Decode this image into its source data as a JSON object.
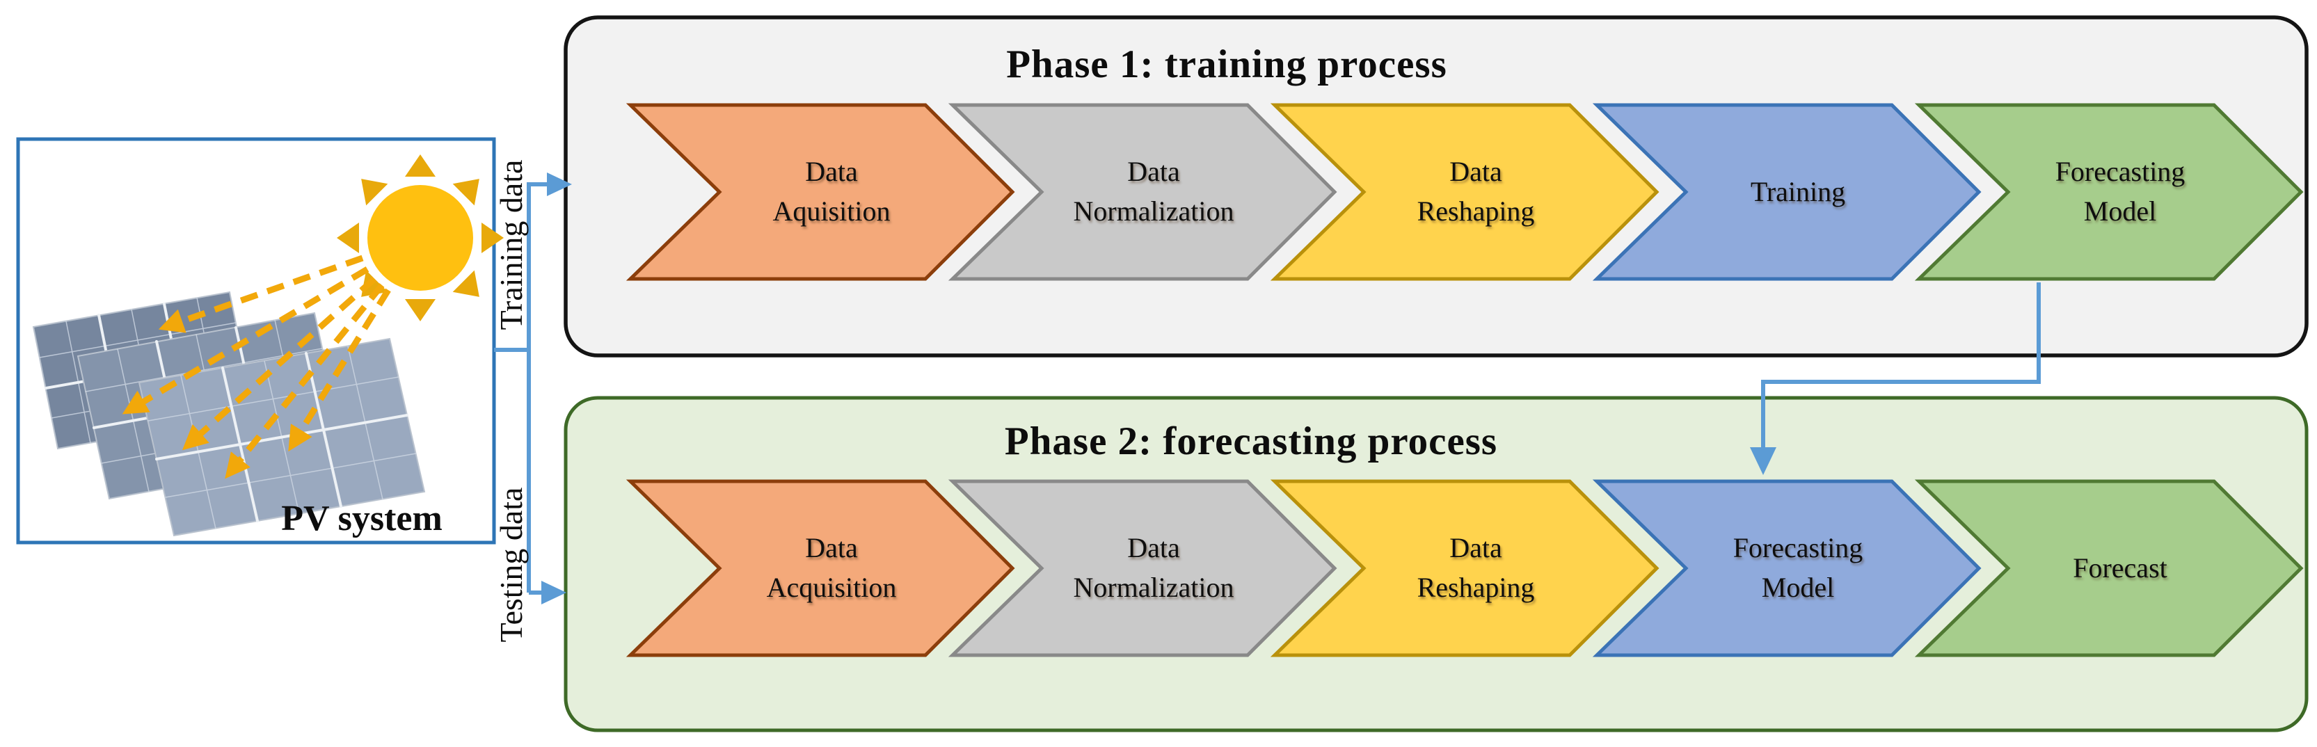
{
  "pv_box": {
    "label": "PV system"
  },
  "branches": {
    "training_label": "Training data",
    "testing_label": "Testing data"
  },
  "phase1": {
    "title": "Phase 1: training process",
    "steps": [
      {
        "label": "Data\nAquisition"
      },
      {
        "label": "Data\nNormalization"
      },
      {
        "label": "Data\nReshaping"
      },
      {
        "label": "Training"
      },
      {
        "label": "Forecasting\nModel"
      }
    ]
  },
  "phase2": {
    "title": "Phase 2:  forecasting process",
    "steps": [
      {
        "label": "Data\nAcquisition"
      },
      {
        "label": "Data\nNormalization"
      },
      {
        "label": "Data\nReshaping"
      },
      {
        "label": "Forecasting\nModel"
      },
      {
        "label": "Forecast"
      }
    ]
  },
  "colors": {
    "connector": "#5B9BD5",
    "pv_border": "#2E75B6",
    "phase1_fill": "#F2F2F2",
    "phase1_border": "#141414",
    "phase2_fill": "#E5EFDB",
    "phase2_border": "#3E6A27",
    "sun_disc": "#FFC010",
    "sun_rays": "#E8A90B",
    "sun_arrows": "#F2A80A",
    "step_styles": [
      {
        "fill": "#F4A97A",
        "stroke": "#8C3E0B"
      },
      {
        "fill": "#C9C9C9",
        "stroke": "#898989"
      },
      {
        "fill": "#FFD34D",
        "stroke": "#B9910B"
      },
      {
        "fill": "#8FAADC",
        "stroke": "#3B73B6"
      },
      {
        "fill": "#A6CD8C",
        "stroke": "#507A33"
      }
    ]
  }
}
